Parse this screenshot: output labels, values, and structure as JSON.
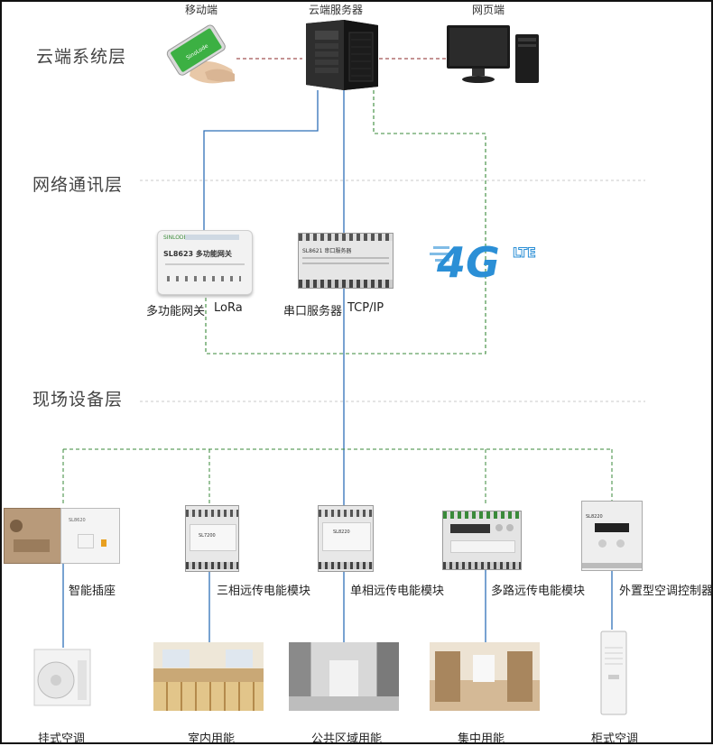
{
  "layers": {
    "cloud": "云端系统层",
    "network": "网络通讯层",
    "field": "现场设备层"
  },
  "cloud_nodes": {
    "mobile": "移动端",
    "server": "云端服务器",
    "web": "网页端"
  },
  "network_nodes": {
    "gateway_label": "多功能网关",
    "gateway_protocol": "LoRa",
    "serial_label": "串口服务器",
    "serial_protocol": "TCP/IP",
    "gateway_device_text": "SL8623 多功能网关",
    "gateway_brand": "SINLODE",
    "serial_device_text": "SL8621 串口服务器",
    "cellular_logo": "4G LTE"
  },
  "field_devices": [
    {
      "label": "智能插座",
      "device_text": "SL8620"
    },
    {
      "label": "三相远传电能模块",
      "device_text": "SL7200"
    },
    {
      "label": "单相远传电能模块",
      "device_text": "SL8220"
    },
    {
      "label": "多路远传电能模块",
      "device_text": ""
    },
    {
      "label": "外置型空调控制器",
      "device_text": "SL8220"
    }
  ],
  "endpoints": [
    {
      "label": "挂式空调"
    },
    {
      "label": "室内用能"
    },
    {
      "label": "公共区域用能"
    },
    {
      "label": "集中用能"
    },
    {
      "label": "柜式空调"
    }
  ],
  "colors": {
    "wire_blue": "#2f6fb8",
    "wire_green": "#3a8a3a",
    "wire_red": "#8b2a2a",
    "logo_blue": "#2b8fd6",
    "phone_green": "#3cb043"
  }
}
